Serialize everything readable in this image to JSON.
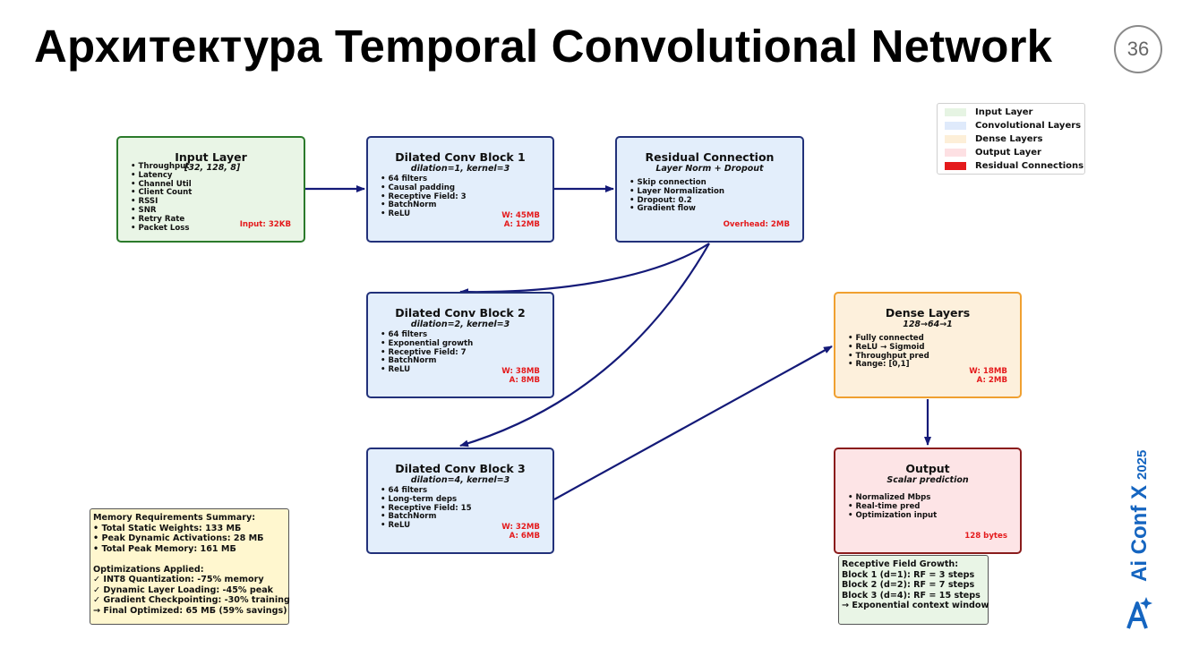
{
  "slide": {
    "title": "Архитектура Temporal Convolutional Network",
    "page_number": "36"
  },
  "legend": [
    {
      "label": "Input Layer",
      "color": "#e6f4e3"
    },
    {
      "label": "Convolutional Layers",
      "color": "#dfeafb"
    },
    {
      "label": "Dense Layers",
      "color": "#fdefd8"
    },
    {
      "label": "Output Layer",
      "color": "#fde0e3"
    },
    {
      "label": "Residual Connections",
      "color": "#e41a1c"
    }
  ],
  "blocks": {
    "input": {
      "title": "Input Layer",
      "shape": "[32, 128, 8]",
      "items": [
        "Throughput",
        "Latency",
        "Channel Util",
        "Client Count",
        "RSSI",
        "SNR",
        "Retry Rate",
        "Packet Loss"
      ],
      "memory": "Input: 32KB"
    },
    "conv1": {
      "title": "Dilated Conv Block 1",
      "subtitle": "dilation=1, kernel=3",
      "items": [
        "64 filters",
        "Causal padding",
        "Receptive Field: 3",
        "BatchNorm",
        "ReLU"
      ],
      "weights": "W: 45MB",
      "activations": "A: 12MB"
    },
    "residual": {
      "title": "Residual Connection",
      "subtitle": "Layer Norm + Dropout",
      "items": [
        "Skip connection",
        "Layer Normalization",
        "Dropout: 0.2",
        "Gradient flow"
      ],
      "memory": "Overhead: 2MB"
    },
    "conv2": {
      "title": "Dilated Conv Block 2",
      "subtitle": "dilation=2, kernel=3",
      "items": [
        "64 filters",
        "Exponential growth",
        "Receptive Field: 7",
        "BatchNorm",
        "ReLU"
      ],
      "weights": "W: 38MB",
      "activations": "A: 8MB"
    },
    "conv3": {
      "title": "Dilated Conv Block 3",
      "subtitle": "dilation=4, kernel=3",
      "items": [
        "64 filters",
        "Long-term deps",
        "Receptive Field: 15",
        "BatchNorm",
        "ReLU"
      ],
      "weights": "W: 32MB",
      "activations": "A: 6MB"
    },
    "dense": {
      "title": "Dense Layers",
      "subtitle": "128→64→1",
      "items": [
        "Fully connected",
        "ReLU → Sigmoid",
        "Throughput pred",
        "Range: [0,1]"
      ],
      "weights": "W: 18MB",
      "activations": "A: 2MB"
    },
    "output": {
      "title": "Output",
      "subtitle": "Scalar prediction",
      "items": [
        "Normalized Mbps",
        "Real-time pred",
        "Optimization input"
      ],
      "memory": "128 bytes"
    }
  },
  "notes": {
    "memory_summary": "Memory Requirements Summary:\n• Total Static Weights: 133 МБ\n• Peak Dynamic Activations: 28 МБ\n• Total Peak Memory: 161 МБ\n\nOptimizations Applied:\n✓ INT8 Quantization: -75% memory\n✓ Dynamic Layer Loading: -45% peak\n✓ Gradient Checkpointing: -30% training\n→ Final Optimized: 65 МБ (59% savings)",
    "receptive_field": "Receptive Field Growth:\nBlock 1 (d=1): RF = 3 steps\nBlock 2 (d=2): RF = 7 steps\nBlock 3 (d=4): RF = 15 steps\n→ Exponential context window"
  },
  "brand": {
    "name": "Ai Conf X",
    "year": "2025",
    "color": "#1565c0"
  },
  "colors": {
    "arrow": "#141a78"
  }
}
